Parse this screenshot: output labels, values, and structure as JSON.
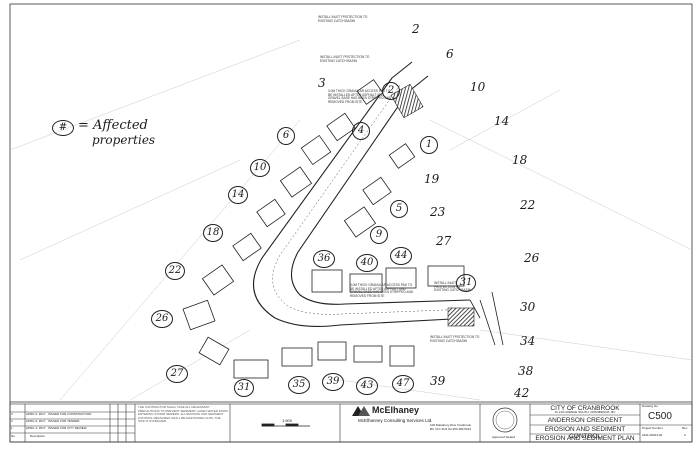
{
  "notes": {
    "inlet_top": "INSTALL INLET PROTECTION TO EXISTING CATCH BASIN",
    "inlet_mid": "INSTALL INLET PROTECTION TO EXISTING CATCH BASIN",
    "access_north": "3.0m THICK GRANULAR ACCESS PAD TO BE INSTALLED AFTER ASPHALT AND GRAVEL BASE HAS BEEN STRIPPED AND REMOVED FROM SITE",
    "access_south": "3.0m THICK GRANULAR ACCESS PAD TO BE INSTALLED AFTER ASPHALT AND GRAVEL BASE HAS BEEN STRIPPED AND REMOVED FROM SITE",
    "inlet_east": "INSTALL INLET PROTECTION TO EXISTING CATCH BASIN",
    "inlet_south": "INSTALL INLET PROTECTION TO EXISTING CATCH BASIN"
  },
  "legend": {
    "symbol": "#",
    "text_line1": "= Affected",
    "text_line2": "properties"
  },
  "affected_properties": [
    "2",
    "4",
    "1",
    "5",
    "9",
    "44",
    "40",
    "36",
    "31",
    "6",
    "10",
    "14",
    "18",
    "22",
    "26",
    "27",
    "31",
    "35",
    "39",
    "43",
    "47"
  ],
  "other_properties": [
    "2",
    "6",
    "10",
    "14",
    "18",
    "22",
    "26",
    "30",
    "34",
    "38",
    "42",
    "3",
    "19",
    "23",
    "27",
    "39"
  ],
  "title_block": {
    "company": "McElhaney",
    "company_sub": "McElhanney Consulting Services Ltd.",
    "client": "CITY OF CRANBROOK",
    "client_sub": "10 13th AVENUE SOUTH, CRANBROOK, BC",
    "project": "ANDERSON CRESCENT",
    "title1": "EROSION AND SEDIMENT CONTROL",
    "title2": "EROSION AND SEDIMENT PLAN",
    "drawing_no": "C500",
    "drawing_no_label": "Drawing No.",
    "project_no_label": "Project Number",
    "project_no": "2441-00013-00",
    "rev_label": "Rev",
    "rev": "0",
    "revisions": [
      {
        "date": "APRIL 6, 2017",
        "desc": "ISSUED FOR CONSTRUCTION"
      },
      {
        "date": "APRIL 6, 2017",
        "desc": "ISSUED FOR TENDER"
      },
      {
        "date": "APRIL 3, 2017",
        "desc": "ISSUED FOR CITY REVIEW"
      }
    ],
    "rev_header_no": "No.",
    "rev_header_desc": "Description",
    "seal_label": "Approved Sealed",
    "scale_label": "1:500",
    "address": "100 Dalesbury Dive Cranbrook BC V1C 3N1 Tel 250 489 5014"
  },
  "colors": {
    "line": "#222222",
    "hatch": "#444444",
    "paper": "#ffffff"
  }
}
